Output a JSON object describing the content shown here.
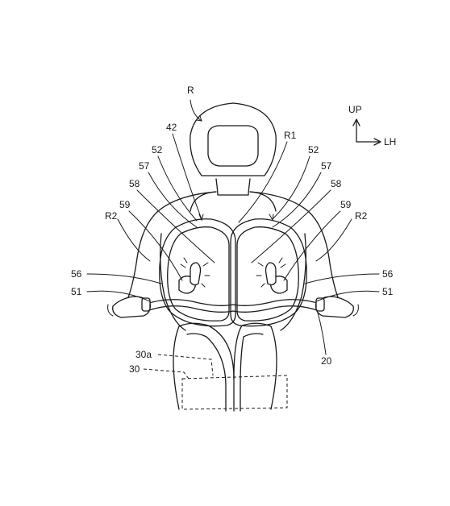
{
  "labels": {
    "R": "R",
    "R1": "R1",
    "R2_left": "R2",
    "R2_right": "R2",
    "n42": "42",
    "n52_left": "52",
    "n52_right": "52",
    "n57_left": "57",
    "n57_right": "57",
    "n58_left": "58",
    "n58_right": "58",
    "n59_left": "59",
    "n59_right": "59",
    "n56_left": "56",
    "n56_right": "56",
    "n51_left": "51",
    "n51_right": "51",
    "n20": "20",
    "n30a": "30a",
    "n30": "30",
    "up": "UP",
    "lh": "LH"
  }
}
